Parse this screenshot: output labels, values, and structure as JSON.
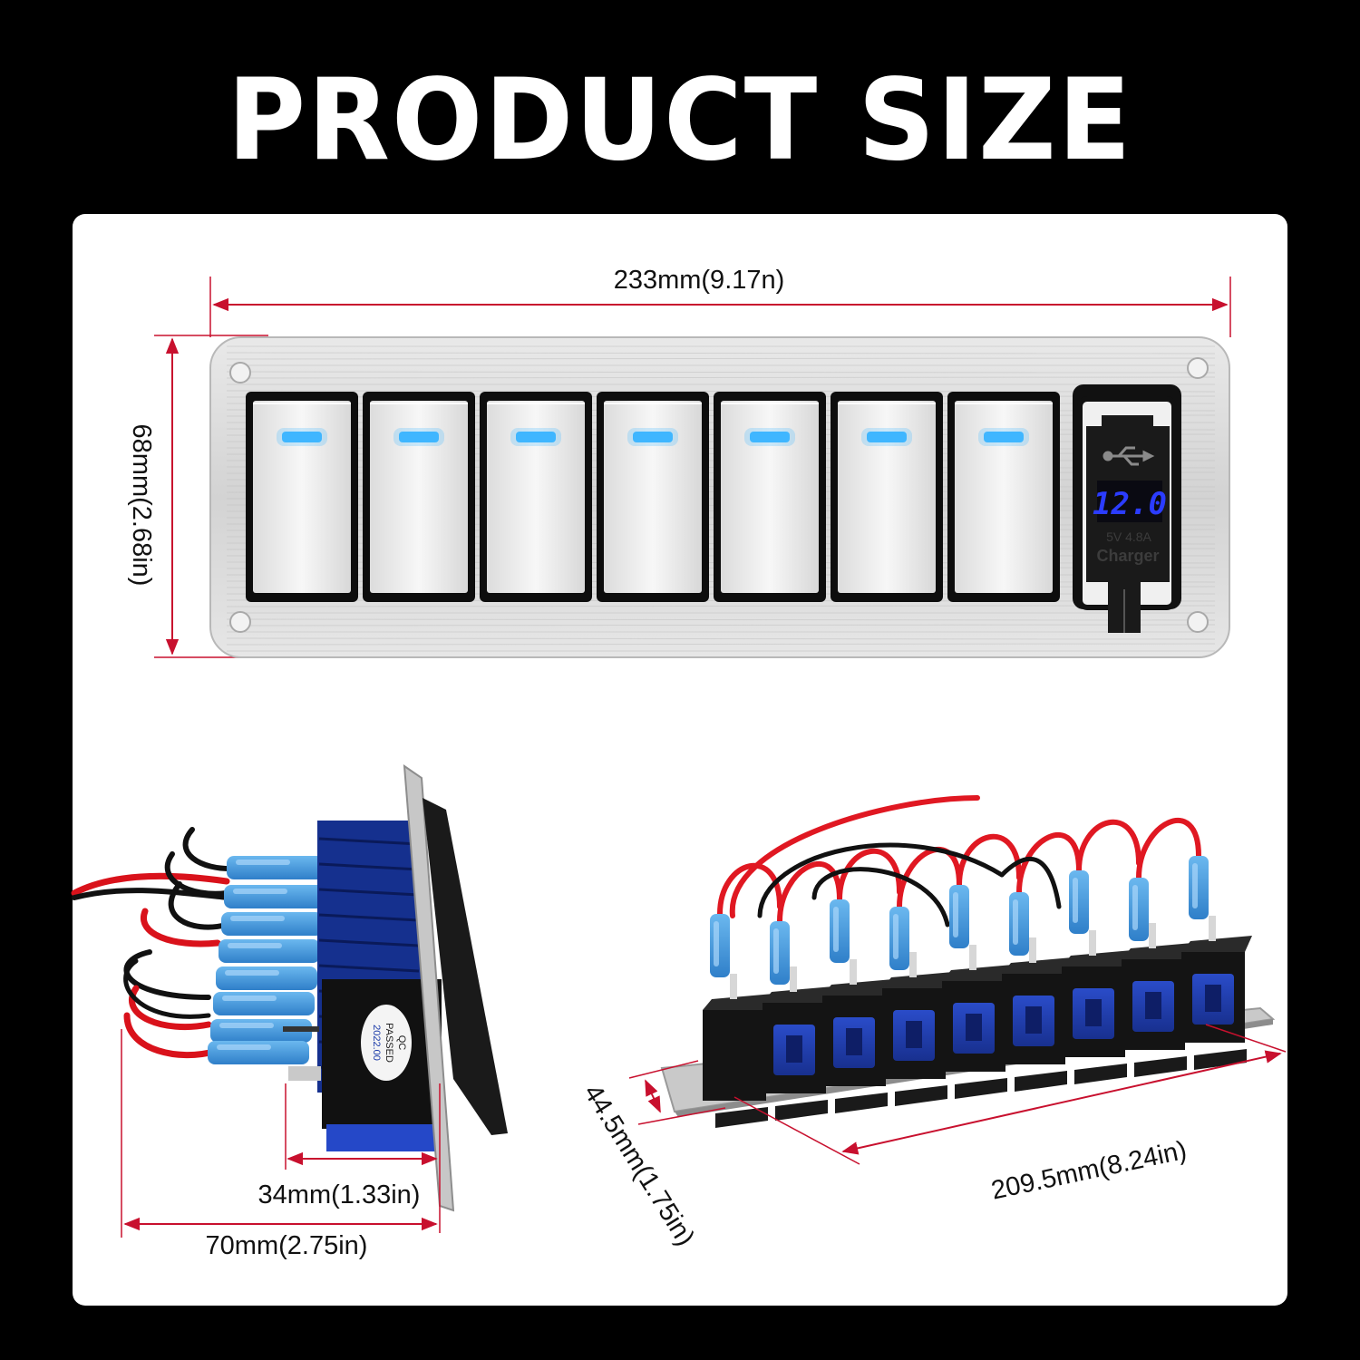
{
  "title": "PRODUCT SIZE",
  "dimensions": {
    "width": "233mm(9.17n)",
    "height": "68mm(2.68in)",
    "body_depth": "34mm(1.33in)",
    "total_depth": "70mm(2.75in)",
    "side_depth": "44.5mm(1.75in)",
    "rear_width": "209.5mm(8.24in)"
  },
  "usb_module": {
    "voltage_display": "12.0",
    "rating": "5V 4.8A",
    "label": "Charger"
  },
  "qc_label": {
    "line1": "QC",
    "line2": "PASSED",
    "line3": "2022.00"
  },
  "switch_count": 7,
  "colors": {
    "background": "#000000",
    "card": "#ffffff",
    "dimension_line": "#c8102e",
    "led": "#3fb6ff",
    "display": "#2b3cff"
  }
}
